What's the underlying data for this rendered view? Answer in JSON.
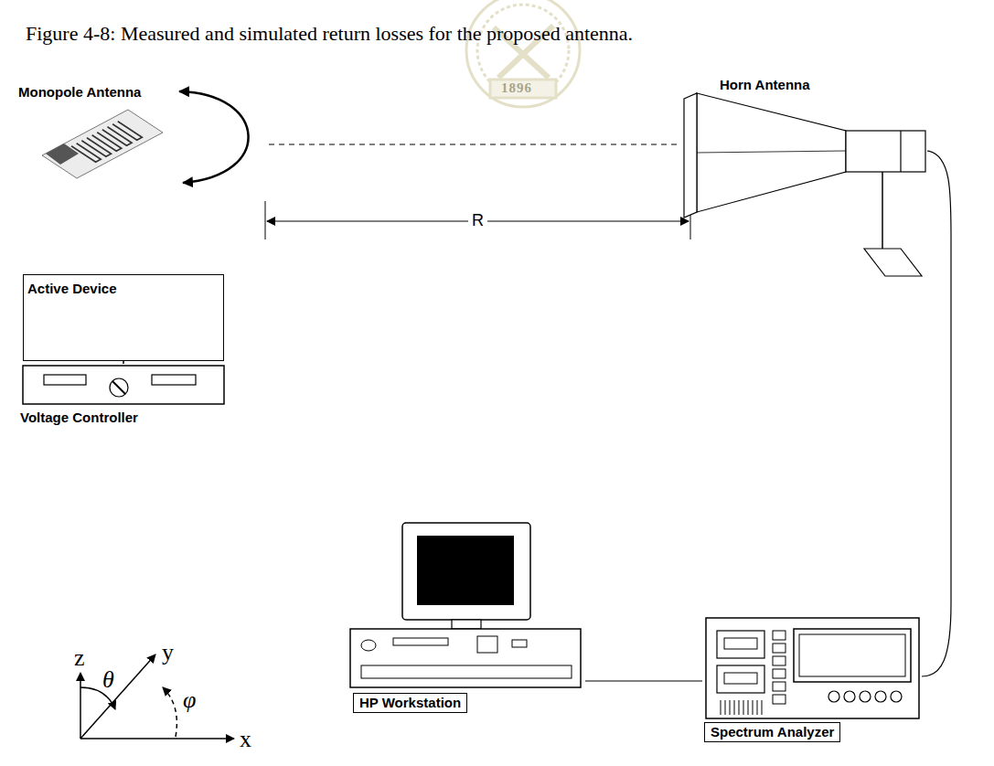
{
  "diagram": {
    "caption": "Figure 4-8: Measured and simulated return losses for the proposed antenna.",
    "nodes": [
      {
        "text": [
          "Monopole Antenna"
        ]
      },
      {
        "text": [
          "Horn Antenna"
        ]
      },
      {
        "text": [
          "Active Device"
        ]
      },
      {
        "text": [
          "Voltage Controller"
        ]
      },
      {
        "text": [
          "HP Workstation"
        ]
      },
      {
        "text": [
          "Spectrum Analyzer"
        ]
      }
    ],
    "edges": [
      {
        "from": 0,
        "to": 1,
        "arrow": "none"
      },
      {
        "from": 3,
        "to": 2,
        "arrow": "to"
      },
      {
        "from": 1,
        "to": 5,
        "arrow": "none"
      },
      {
        "from": 5,
        "to": 4,
        "arrow": "none"
      }
    ],
    "labels": [
      "1896",
      "R",
      "z",
      "y",
      "x",
      "θ",
      "φ"
    ]
  }
}
